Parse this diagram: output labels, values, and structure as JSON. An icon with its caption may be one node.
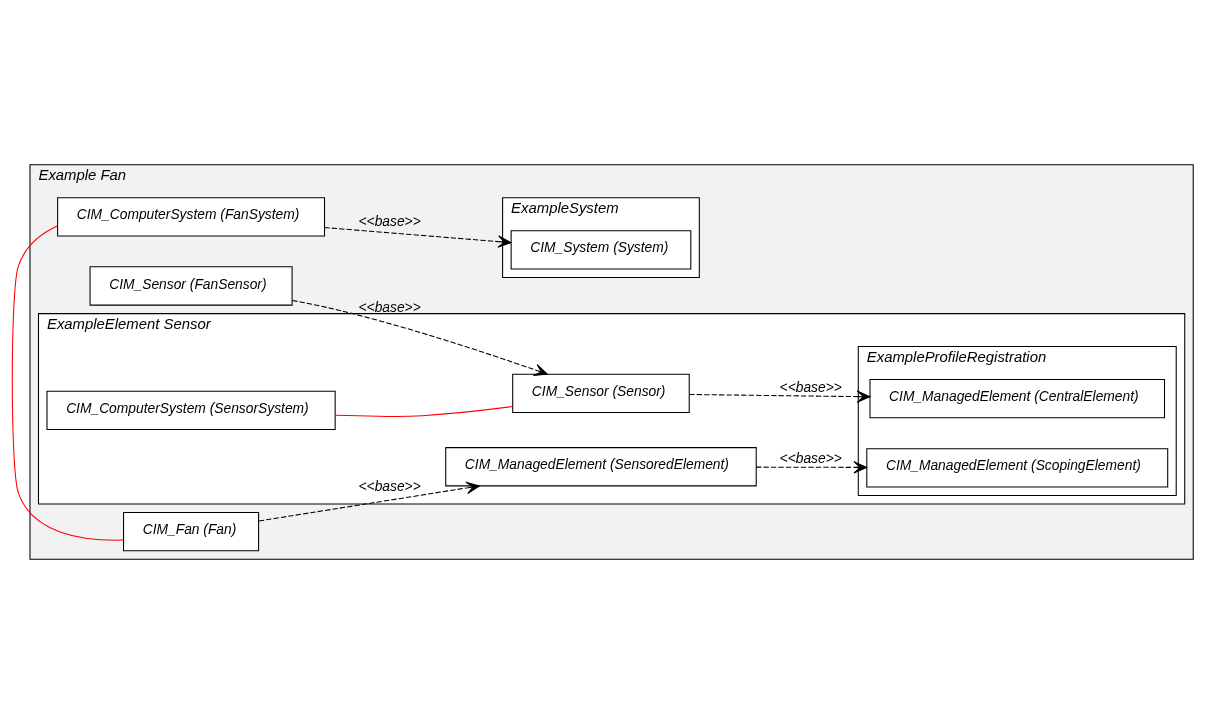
{
  "diagram": {
    "nodes": [
      {
        "text": [
          "Example Fan"
        ]
      },
      {
        "text": [
          "ExampleSystem"
        ],
        "in": 0
      },
      {
        "text": [
          "CIM_System (System)"
        ],
        "in": 1
      },
      {
        "text": [
          "CIM_ComputerSystem (FanSystem)"
        ],
        "in": 0
      },
      {
        "text": [
          "CIM_Sensor (FanSensor)"
        ],
        "in": 0
      },
      {
        "text": [
          "CIM_Fan (Fan)"
        ],
        "in": 0
      },
      {
        "text": [
          "ExampleElement Sensor"
        ],
        "in": 0
      },
      {
        "text": [
          "CIM_ComputerSystem (SensorSystem)"
        ],
        "in": 6
      },
      {
        "text": [
          "CIM_Sensor (Sensor)"
        ],
        "in": 6
      },
      {
        "text": [
          "CIM_ManagedElement (SensoredElement)"
        ],
        "in": 6
      },
      {
        "text": [
          "ExampleProfileRegistration"
        ],
        "in": 6
      },
      {
        "text": [
          "CIM_ManagedElement (CentralElement)"
        ],
        "in": 10
      },
      {
        "text": [
          "CIM_ManagedElement (ScopingElement)"
        ],
        "in": 10
      }
    ],
    "edges": [
      {
        "from": 3,
        "to": 2,
        "arrow": "to",
        "label": "<<base>>",
        "style": "dashed"
      },
      {
        "from": 3,
        "to": 5,
        "arrow": "none",
        "color": "#ff0000"
      },
      {
        "from": 7,
        "to": 8,
        "arrow": "none",
        "color": "#ff0000"
      },
      {
        "from": 4,
        "to": 8,
        "arrow": "to",
        "label": "<<base>>",
        "style": "dashed"
      },
      {
        "from": 5,
        "to": 9,
        "arrow": "to",
        "label": "<<base>>",
        "style": "dashed"
      },
      {
        "from": 8,
        "to": 11,
        "arrow": "to",
        "label": "<<base>>",
        "style": "dashed"
      },
      {
        "from": 9,
        "to": 12,
        "arrow": "to",
        "label": "<<base>>",
        "style": "dashed"
      }
    ]
  }
}
